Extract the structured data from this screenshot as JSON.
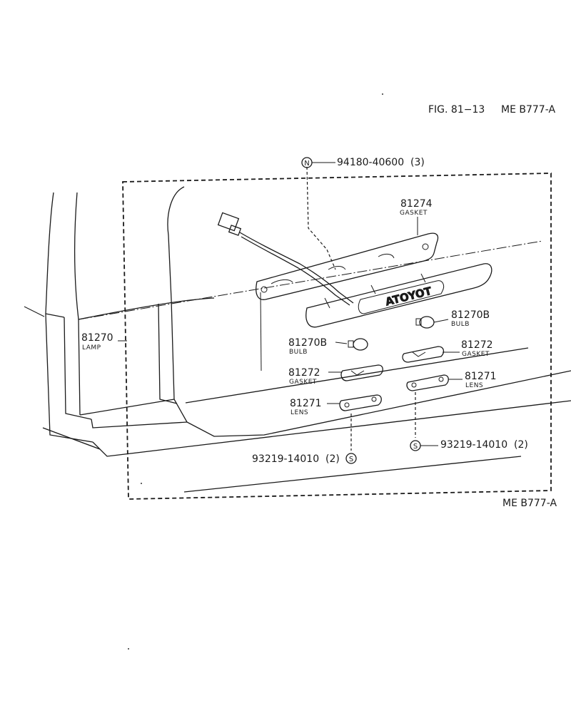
{
  "figure": {
    "fig_label": "FIG. 81−13",
    "code_top": "ME B777-A",
    "code_bottom": "ME B777-A"
  },
  "symbols": {
    "n_mark": "N",
    "s_mark": "S"
  },
  "parts": {
    "screw_top": {
      "number": "94180-40600",
      "qty": "(3)"
    },
    "gasket_top": {
      "number": "81274",
      "name": "GASKET"
    },
    "lamp": {
      "number": "81270",
      "name": "LAMP"
    },
    "bulb_right": {
      "number": "81270B",
      "name": "BULB"
    },
    "bulb_left": {
      "number": "81270B",
      "name": "BULB"
    },
    "gasket_right": {
      "number": "81272",
      "name": "GASKET"
    },
    "gasket_left": {
      "number": "81272",
      "name": "GASKET"
    },
    "lens_right": {
      "number": "81271",
      "name": "LENS"
    },
    "lens_left": {
      "number": "81271",
      "name": "LENS"
    },
    "screw_left": {
      "number": "93219-14010",
      "qty": "(2)"
    },
    "screw_right": {
      "number": "93219-14010",
      "qty": "(2)"
    }
  },
  "brand_emblem": "TOYOTA"
}
